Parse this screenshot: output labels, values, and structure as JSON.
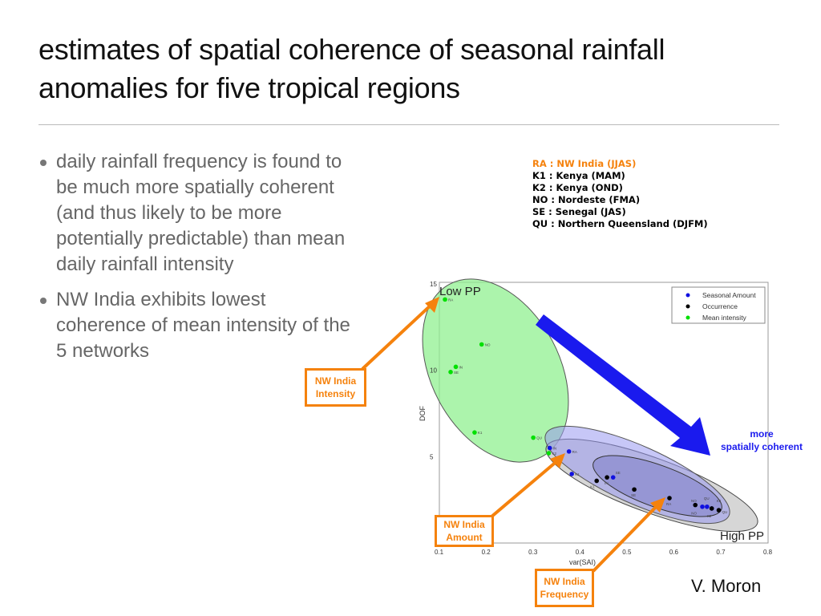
{
  "title": {
    "line1": "estimates of spatial coherence of seasonal rainfall",
    "line2": "anomalies for five tropical regions"
  },
  "bullets": [
    "daily rainfall frequency is found to be much more spatially coherent (and thus likely to be more potentially predictable) than mean daily rainfall intensity",
    "NW India exhibits lowest coherence of mean intensity of the 5 networks"
  ],
  "region_codes": [
    "RA : NW India (JJAS)",
    "K1 : Kenya (MAM)",
    "K2 : Kenya (OND)",
    "NO : Nordeste (FMA)",
    "SE : Senegal (JAS)",
    "QU : Northern Queensland (DJFM)"
  ],
  "annotations": {
    "intensity_box": [
      "NW India",
      "Intensity"
    ],
    "amount_box": [
      "NW India",
      "Amount"
    ],
    "frequency_box": [
      "NW India",
      "Frequency"
    ],
    "more": [
      "more",
      "spatially coherent"
    ],
    "low_pp": "Low PP",
    "high_pp": "High PP"
  },
  "credit": "V. Moron",
  "chart_data": {
    "type": "scatter",
    "xlabel": "var(SAI)",
    "ylabel": "DOF",
    "xlim": [
      0.1,
      0.8
    ],
    "ylim": [
      0,
      15
    ],
    "xticks": [
      "0.1",
      "0.2",
      "0.3",
      "0.4",
      "0.5",
      "0.6",
      "0.7",
      "0.8"
    ],
    "yticks": [
      "5",
      "10",
      "15"
    ],
    "legend_position": "top-right",
    "colors": {
      "Seasonal Amount": "#1010e0",
      "Occurrence": "#000000",
      "Mean intensity": "#00e000"
    },
    "series": [
      {
        "name": "Seasonal Amount",
        "points": [
          {
            "label": "IN",
            "x": 0.335,
            "y": 5.5
          },
          {
            "label": "RA",
            "x": 0.376,
            "y": 5.3
          },
          {
            "label": "K1",
            "x": 0.382,
            "y": 4.0
          },
          {
            "label": "SE",
            "x": 0.47,
            "y": 3.8
          },
          {
            "label": "NO",
            "x": 0.66,
            "y": 2.1
          },
          {
            "label": "QU",
            "x": 0.67,
            "y": 2.1
          },
          {
            "label": "K2",
            "x": 0.68,
            "y": 2.0
          }
        ]
      },
      {
        "name": "Occurrence",
        "points": [
          {
            "label": "K1",
            "x": 0.435,
            "y": 3.6
          },
          {
            "label": "IN",
            "x": 0.457,
            "y": 3.8
          },
          {
            "label": "SE",
            "x": 0.515,
            "y": 3.1
          },
          {
            "label": "RA",
            "x": 0.59,
            "y": 2.6
          },
          {
            "label": "NO",
            "x": 0.645,
            "y": 2.2
          },
          {
            "label": "K2",
            "x": 0.68,
            "y": 2.0
          },
          {
            "label": "QU",
            "x": 0.695,
            "y": 1.9
          }
        ]
      },
      {
        "name": "Mean intensity",
        "points": [
          {
            "label": "RA",
            "x": 0.112,
            "y": 14.1
          },
          {
            "label": "NO",
            "x": 0.19,
            "y": 11.5
          },
          {
            "label": "IN",
            "x": 0.135,
            "y": 10.2
          },
          {
            "label": "SE",
            "x": 0.124,
            "y": 9.9
          },
          {
            "label": "K1",
            "x": 0.175,
            "y": 6.4
          },
          {
            "label": "QU",
            "x": 0.3,
            "y": 6.1
          },
          {
            "label": "K2",
            "x": 0.333,
            "y": 5.2
          }
        ]
      }
    ]
  }
}
